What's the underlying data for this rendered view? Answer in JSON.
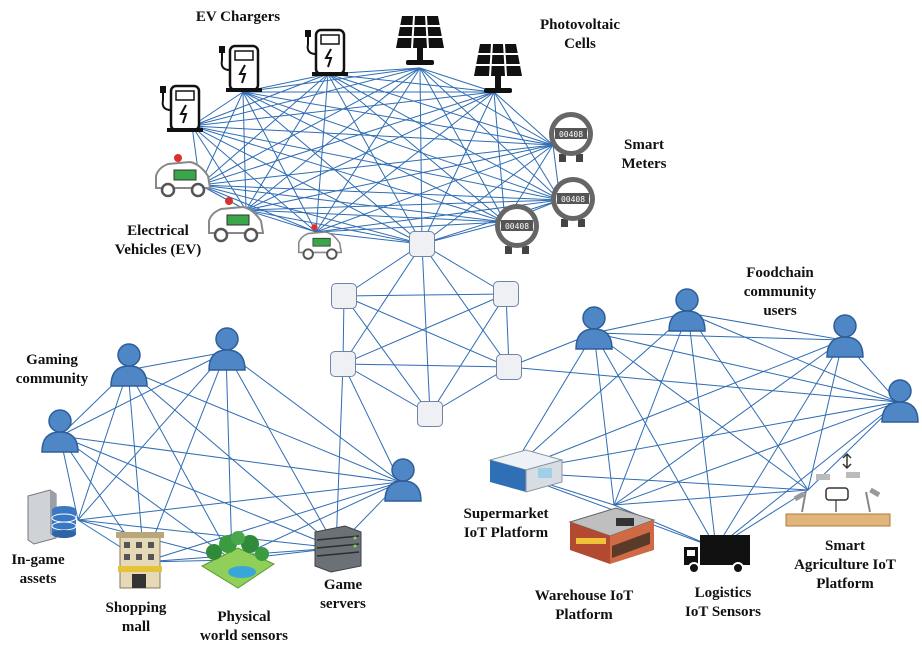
{
  "labels": {
    "ev_chargers": "EV Chargers",
    "photovoltaic": [
      "Photovoltaic",
      "Cells"
    ],
    "smart_meters": [
      "Smart",
      "Meters"
    ],
    "electrical_vehicles": [
      "Electrical",
      "Vehicles (EV)"
    ],
    "gaming_community": [
      "Gaming",
      "community"
    ],
    "foodchain_users": [
      "Foodchain",
      "community",
      "users"
    ],
    "ingame_assets": [
      "In-game",
      "assets"
    ],
    "shopping_mall": [
      "Shopping",
      "mall"
    ],
    "physical_sensors": [
      "Physical",
      "world sensors"
    ],
    "game_servers": [
      "Game",
      "servers"
    ],
    "supermarket": [
      "Supermarket",
      "IoT Platform"
    ],
    "warehouse": [
      "Warehouse IoT",
      "Platform"
    ],
    "logistics": [
      "Logistics",
      "IoT Sensors"
    ],
    "smart_agriculture": [
      "Smart",
      "Agriculture IoT",
      "Platform"
    ]
  },
  "meter_reading": "00408",
  "colors": {
    "edge": "#2f6db4",
    "user": "#4f86c6",
    "node_border": "#6f84a6"
  },
  "icons": [
    "ev-charger-icon",
    "solar-panel-icon",
    "smart-meter-icon",
    "electric-car-icon",
    "user-icon",
    "database-server-icon",
    "building-icon",
    "park-icon",
    "server-rack-icon",
    "store-icon",
    "warehouse-icon",
    "truck-icon",
    "drone-farm-icon"
  ]
}
